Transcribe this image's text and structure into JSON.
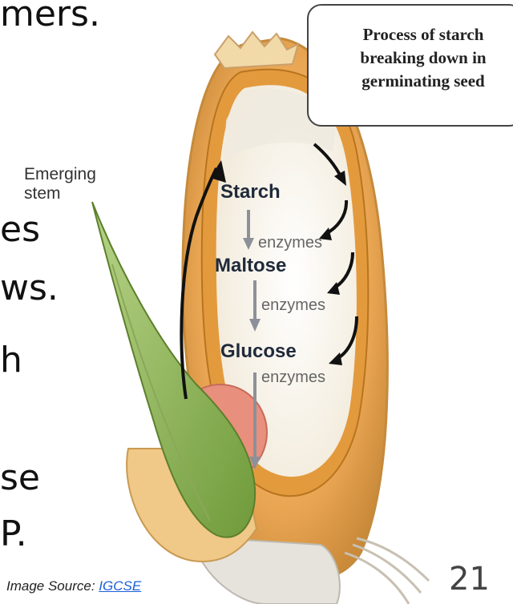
{
  "slide_fragments": [
    "mers.",
    "es",
    "ws.",
    "h",
    "se",
    "P."
  ],
  "callout": {
    "text": "Process of starch breaking down in germinating seed"
  },
  "diagram": {
    "emerging_label": "Emerging stem",
    "pathway": [
      "Starch",
      "Maltose",
      "Glucose"
    ],
    "enzyme_label": "enzymes"
  },
  "source": {
    "prefix": "Image Source: ",
    "link_text": "IGCSE"
  },
  "page_number": "21"
}
